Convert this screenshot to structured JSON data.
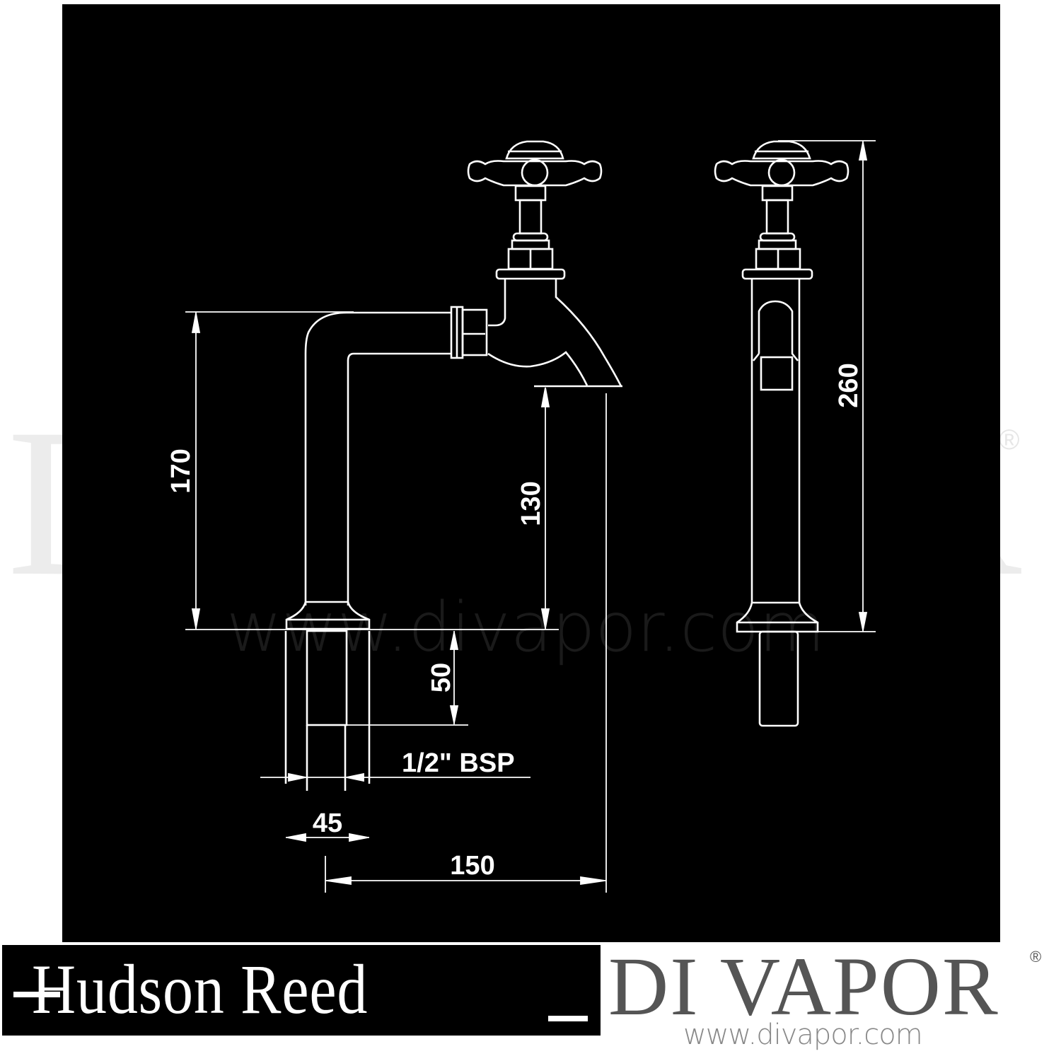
{
  "watermark": {
    "large_text": "DI VAPOR",
    "registered_mark": "®",
    "url_text": "www.divapor.com"
  },
  "drawing": {
    "title": "Pillar tap technical drawing",
    "views": [
      "side-view",
      "front-view"
    ],
    "line_color": "#ffffff",
    "background_color": "#000000",
    "dimensions": {
      "spout_outlet_height": "170",
      "spout_clearance": "130",
      "total_height": "260",
      "tail_length": "50",
      "connection": "1/2\" BSP",
      "base_diameter": "45",
      "spout_reach": "150"
    }
  },
  "footer": {
    "manufacturer_logo": "Hudson Reed",
    "retailer_logo": "DI VAPOR",
    "retailer_registered": "®",
    "retailer_url": "www.divapor.com",
    "retailer_color": "#555555",
    "url_color": "#888888"
  }
}
